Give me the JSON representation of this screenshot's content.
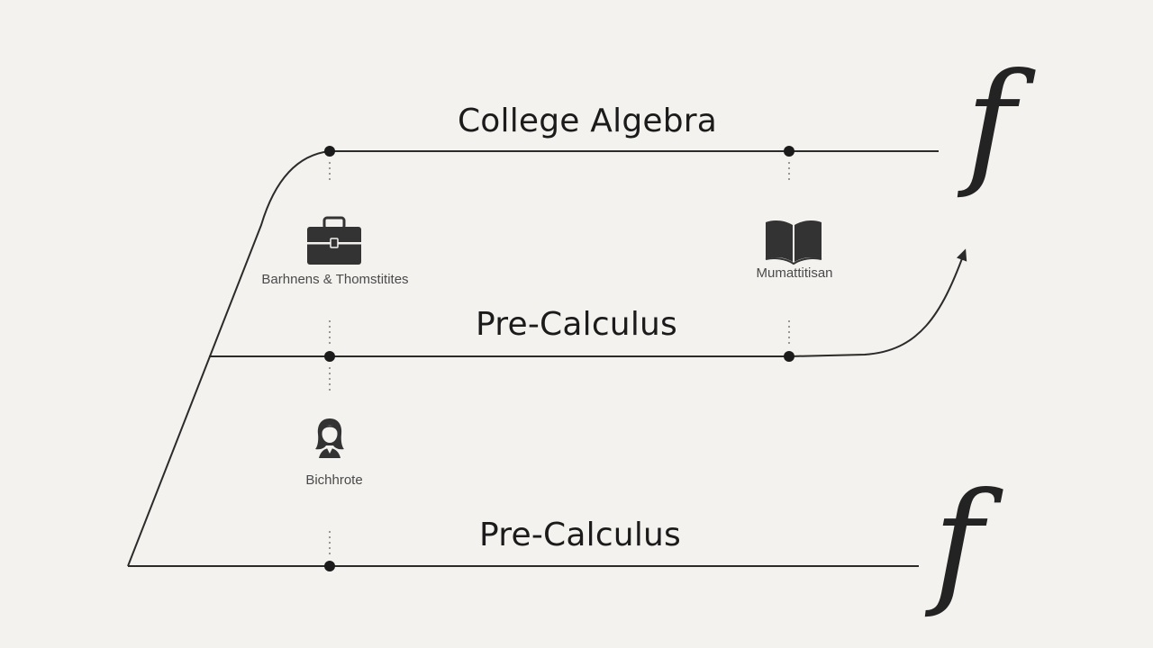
{
  "tracks": [
    {
      "title": "College Algebra"
    },
    {
      "title": "Pre-Calculus"
    },
    {
      "title": "Pre-Calculus"
    }
  ],
  "nodes": [
    {
      "icon": "briefcase-icon",
      "label": "Barhnens & Thomstitites"
    },
    {
      "icon": "open-book-icon",
      "label": "Mumattitisan"
    },
    {
      "icon": "person-icon",
      "label": "Bichhrote"
    }
  ],
  "symbols": {
    "function_glyph": "f"
  },
  "colors": {
    "background": "#f3f2ef",
    "line": "#2b2b2b",
    "text": "#1b1b1b",
    "icon": "#333333",
    "glyph_accent": "#6b2e1e"
  }
}
